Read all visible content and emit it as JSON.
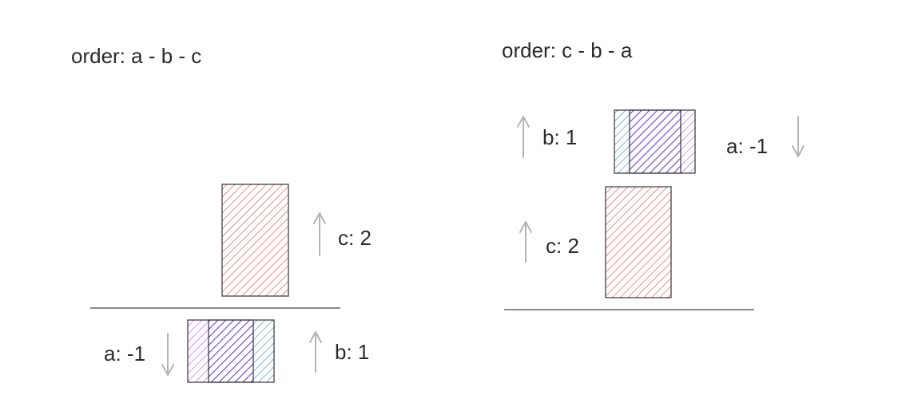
{
  "left_panel": {
    "title": "order: a - b - c",
    "labels": {
      "c": "c: 2",
      "a": "a: -1",
      "b": "b: 1"
    }
  },
  "right_panel": {
    "title": "order: c - b - a",
    "labels": {
      "b": "b: 1",
      "a": "a: -1",
      "c": "c: 2"
    }
  },
  "colors": {
    "a": "#c55de0",
    "b": "#3a8fd6",
    "c": "#e84f4f",
    "overlap": "#6a3fd6",
    "arrow": "#b5b5b5",
    "line": "#444444"
  },
  "icons": {
    "up": "arrow-up-icon",
    "down": "arrow-down-icon"
  }
}
